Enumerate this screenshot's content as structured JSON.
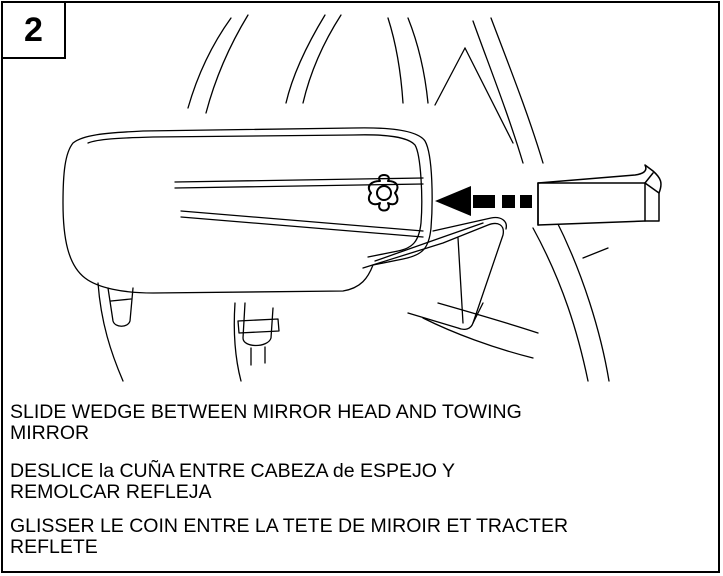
{
  "step": {
    "number": "2"
  },
  "illustration": {
    "subject": "mirror-head-and-towing-mirror-with-wedge",
    "arrow_direction": "left",
    "line_color": "#000000",
    "background_color": "#ffffff"
  },
  "instructions": {
    "english": "SLIDE WEDGE BETWEEN MIRROR HEAD AND TOWING\nMIRROR",
    "spanish": "DESLICE la CUÑA ENTRE CABEZA de ESPEJO Y\nREMOLCAR REFLEJA",
    "french": "GLISSER LE COIN ENTRE LA TETE DE MIROIR ET TRACTER\nREFLETE"
  }
}
